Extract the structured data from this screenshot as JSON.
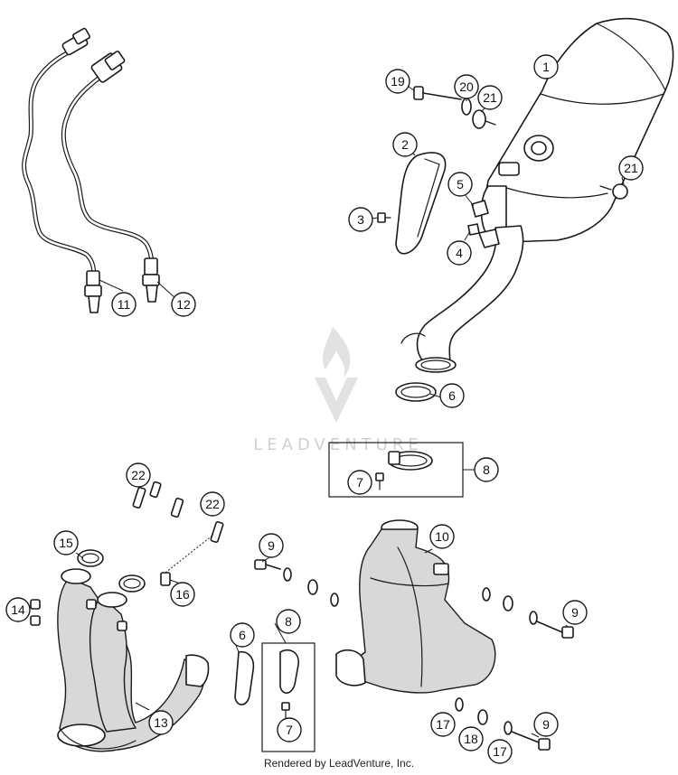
{
  "watermark": {
    "text": "LEADVENTURE"
  },
  "footer": {
    "credit": "Rendered by LeadVenture, Inc."
  },
  "callouts": {
    "c1": "1",
    "c2": "2",
    "c3": "3",
    "c4": "4",
    "c5": "5",
    "c6a": "6",
    "c6b": "6",
    "c7a": "7",
    "c7b": "7",
    "c8a": "8",
    "c8b": "8",
    "c9a": "9",
    "c9b": "9",
    "c9c": "9",
    "c10": "10",
    "c11": "11",
    "c12": "12",
    "c13": "13",
    "c14": "14",
    "c15": "15",
    "c16": "16",
    "c17a": "17",
    "c17b": "17",
    "c18": "18",
    "c19": "19",
    "c20": "20",
    "c21a": "21",
    "c21b": "21",
    "c22a": "22",
    "c22b": "22"
  }
}
